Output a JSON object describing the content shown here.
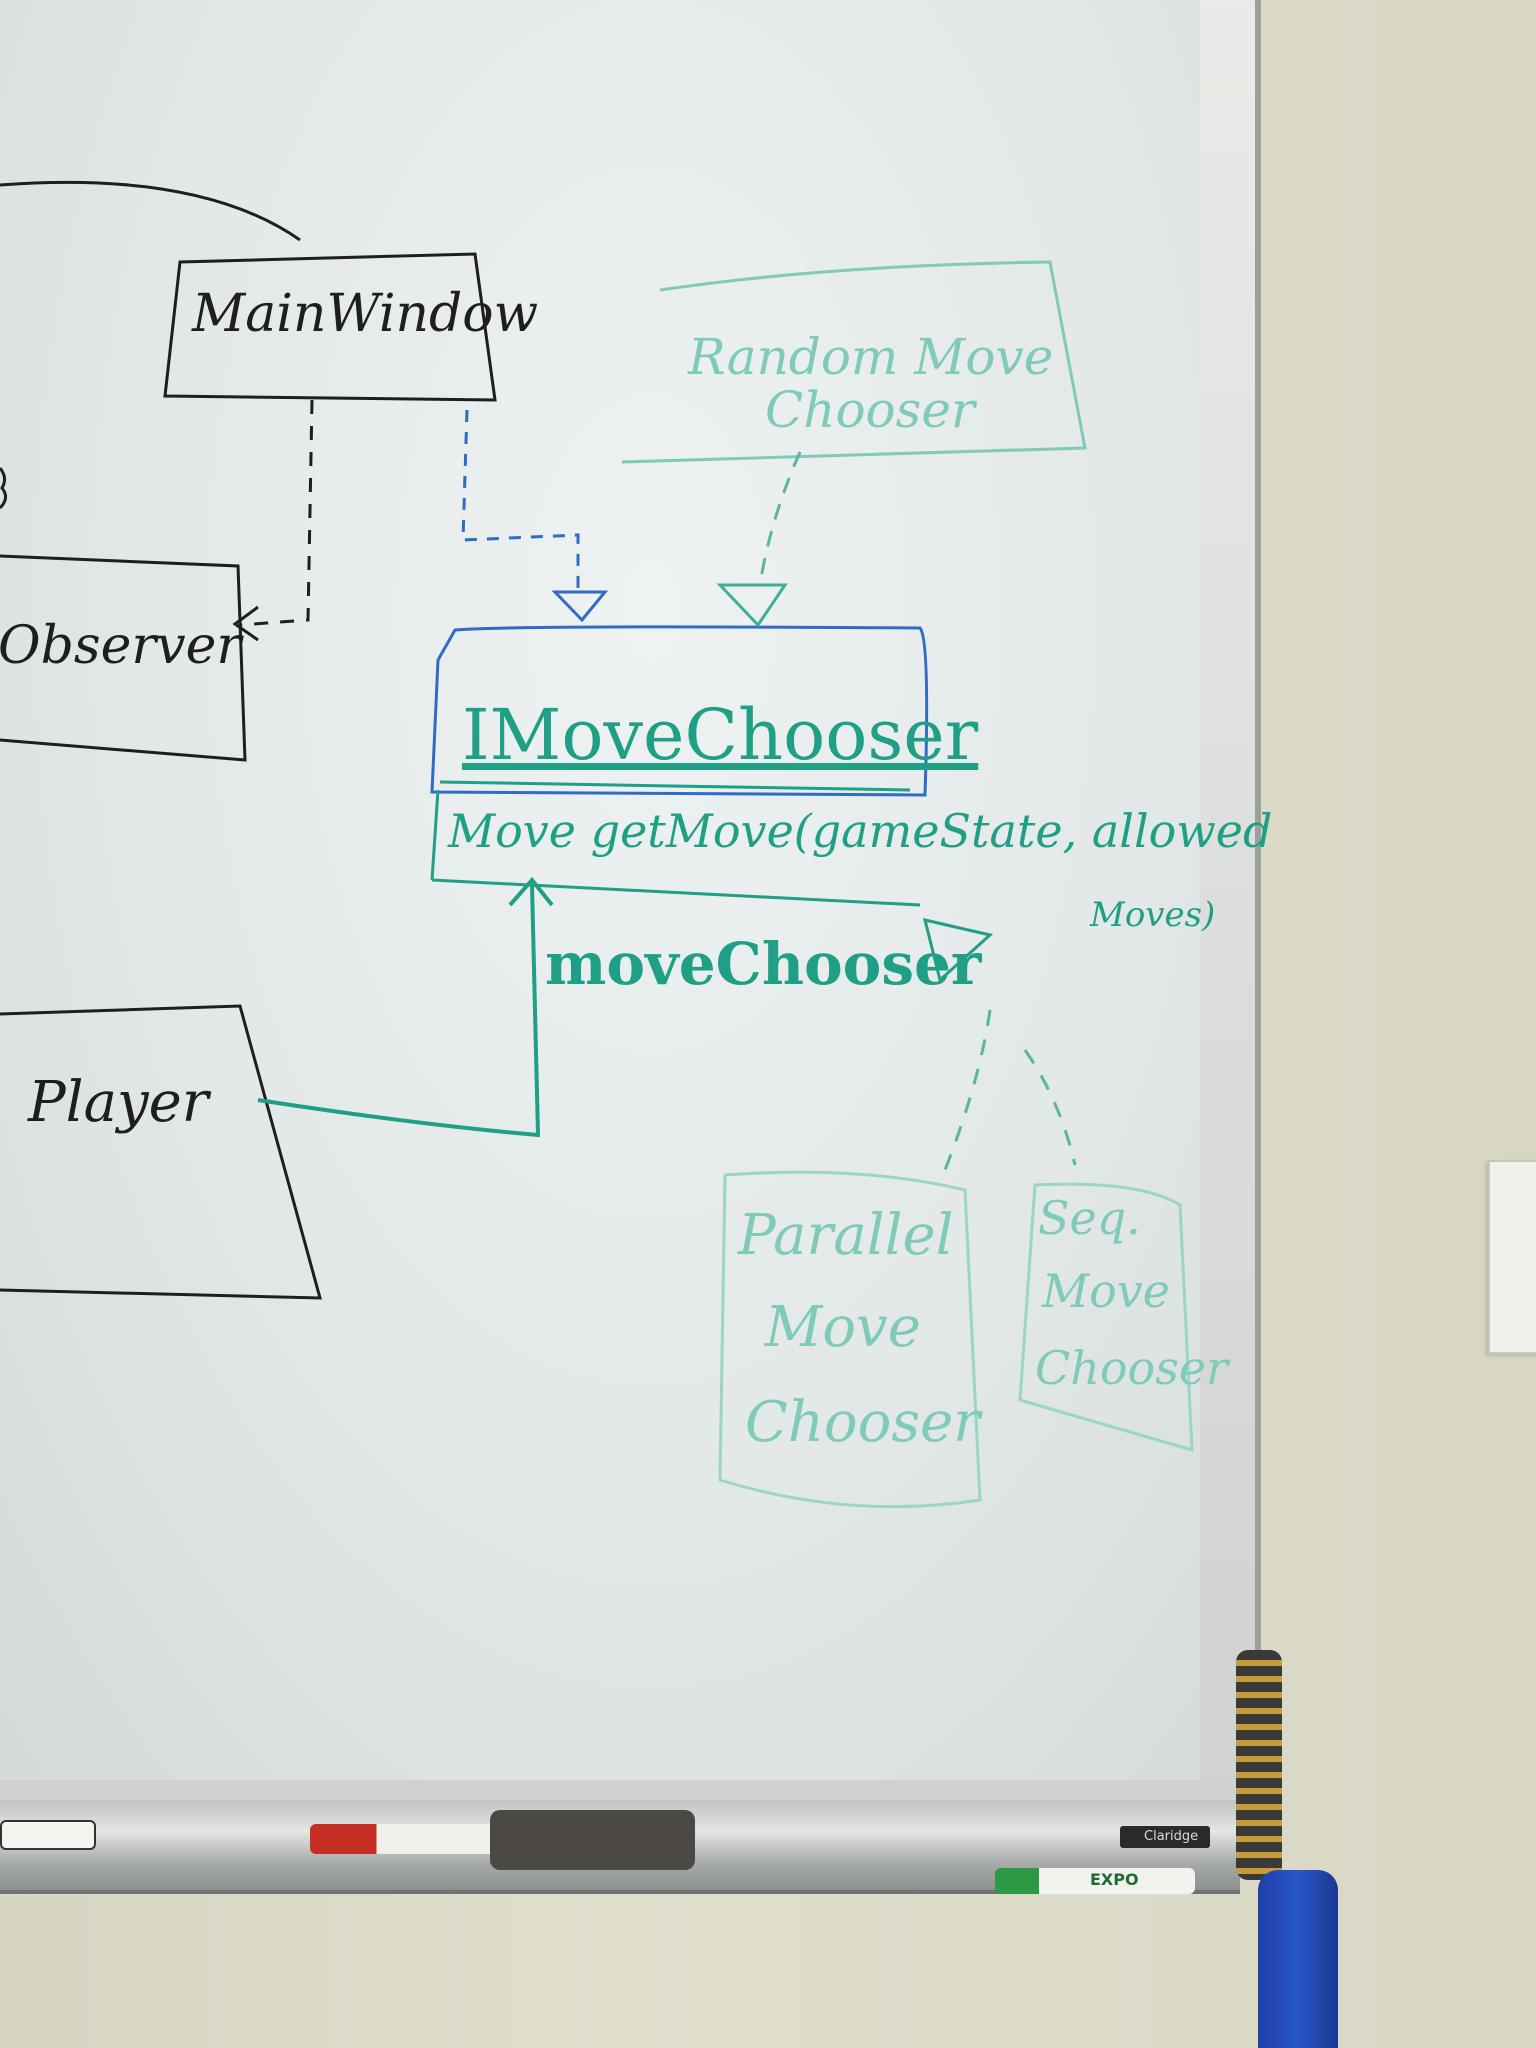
{
  "diagram": {
    "main_window": "MainWindow",
    "observer": "Observer",
    "player": "Player",
    "interface_name": "IMoveChooser",
    "interface_method": "Move getMove(gameState, allowed",
    "interface_method_cont": "Moves)",
    "association_label": "moveChooser",
    "random_line1": "Random Move",
    "random_line2": "Chooser",
    "parallel_line1": "Parallel",
    "parallel_line2": "Move",
    "parallel_line3": "Chooser",
    "seq_line1": "Seq.",
    "seq_line2": "Move",
    "seq_line3": "Chooser"
  },
  "tray": {
    "marker_brand": "EXPO",
    "tray_brand": "Claridge"
  },
  "colors": {
    "black_marker": "#1d1d22",
    "blue_marker": "#2f6bc7",
    "teal_marker": "#1f9f86",
    "faint_teal": "#7fcab8"
  }
}
